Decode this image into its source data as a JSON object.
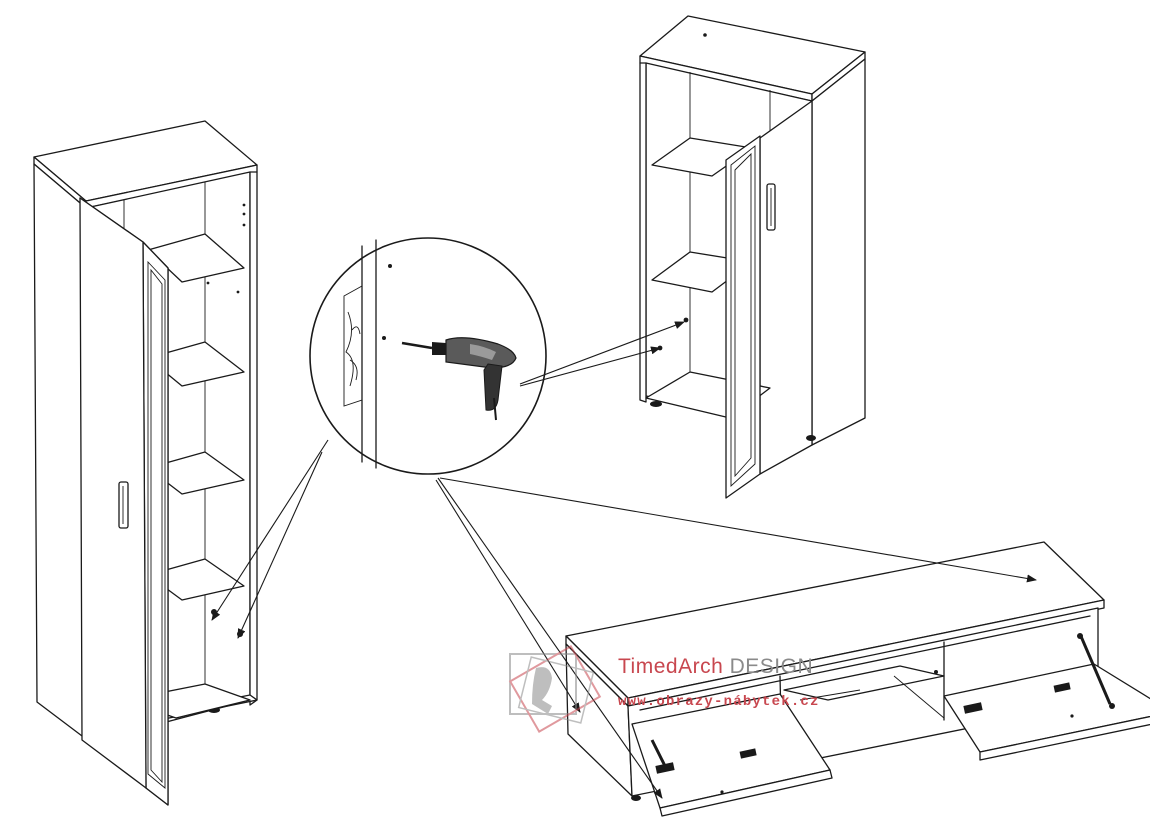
{
  "watermark": {
    "brand_primary": "TimedArch",
    "brand_secondary": "DESIGN",
    "url": "www.obrazy-nábytek.cz",
    "color": "#c8474f",
    "secondary_color": "#8a8a8a"
  },
  "icons": {
    "tool": "drill-icon",
    "logo": "chair-logo-icon"
  }
}
